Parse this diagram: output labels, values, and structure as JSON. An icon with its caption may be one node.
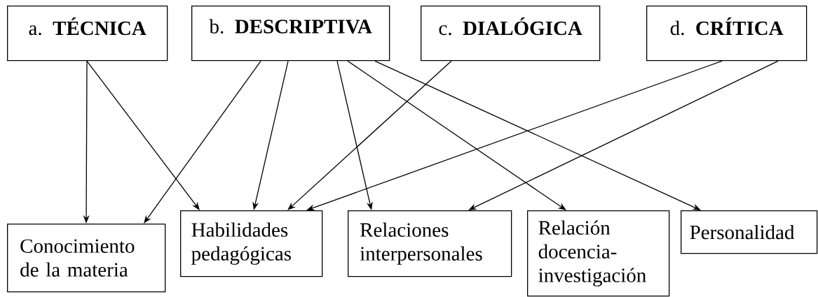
{
  "diagram": {
    "nodes": [
      {
        "text": [
          "a. **TÉCNICA**"
        ]
      },
      {
        "text": [
          "b. **DESCRIPTIVA**"
        ]
      },
      {
        "text": [
          "c. **DIALÓGICA**"
        ]
      },
      {
        "text": [
          "d. **CRÍTICA**"
        ]
      },
      {
        "text": [
          "Conocimiento de la materia"
        ]
      },
      {
        "text": [
          "Habilidades pedagógicas"
        ]
      },
      {
        "text": [
          "Relaciones interpersonales"
        ]
      },
      {
        "text": [
          "Relación docencia-investigación"
        ]
      },
      {
        "text": [
          "Personalidad"
        ]
      }
    ],
    "edges": [
      {
        "from": 0,
        "to": 4,
        "arrow": "to"
      },
      {
        "from": 0,
        "to": 5,
        "arrow": "to"
      },
      {
        "from": 1,
        "to": 4,
        "arrow": "to"
      },
      {
        "from": 1,
        "to": 5,
        "arrow": "to"
      },
      {
        "from": 1,
        "to": 6,
        "arrow": "to"
      },
      {
        "from": 1,
        "to": 7,
        "arrow": "to"
      },
      {
        "from": 1,
        "to": 8,
        "arrow": "to"
      },
      {
        "from": 2,
        "to": 5,
        "arrow": "to"
      },
      {
        "from": 3,
        "to": 5,
        "arrow": "to"
      },
      {
        "from": 3,
        "to": 6,
        "arrow": "to"
      }
    ]
  }
}
